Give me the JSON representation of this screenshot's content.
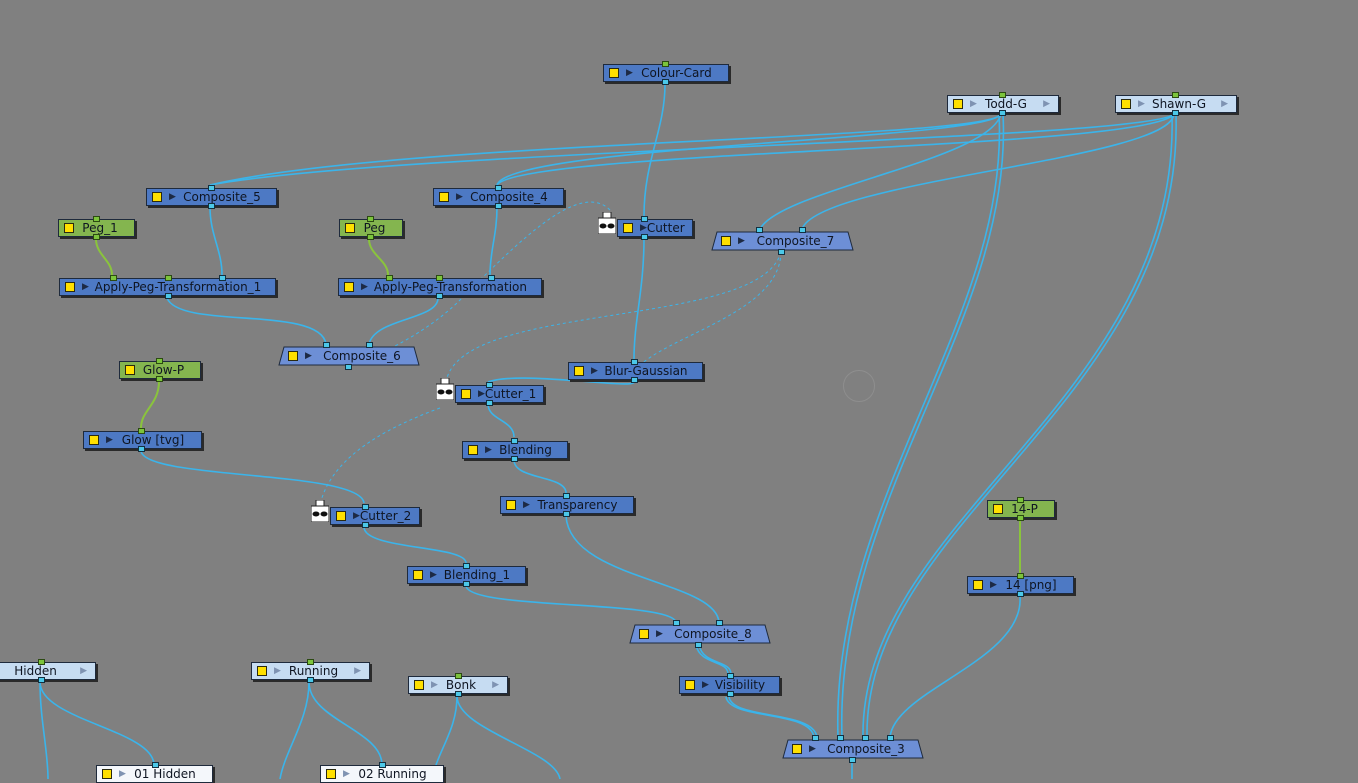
{
  "nodes": {
    "colour_card": "Colour-Card",
    "todd_g": "Todd-G",
    "shawn_g": "Shawn-G",
    "composite_5": "Composite_5",
    "composite_4": "Composite_4",
    "peg_1": "Peg_1",
    "peg": "Peg",
    "cutter": "Cutter",
    "composite_7": "Composite_7",
    "apply_peg_transformation_1": "Apply-Peg-Transformation_1",
    "apply_peg_transformation": "Apply-Peg-Transformation",
    "composite_6": "Composite_6",
    "glow_p": "Glow-P",
    "blur_gaussian": "Blur-Gaussian",
    "cutter_1": "Cutter_1",
    "glow_tvg": "Glow [tvg]",
    "blending": "Blending",
    "transparency": "Transparency",
    "cutter_2": "Cutter_2",
    "p_14": "14-P",
    "png_14": "14 [png]",
    "blending_1": "Blending_1",
    "composite_8": "Composite_8",
    "hidden": "Hidden",
    "running": "Running",
    "bonk": "Bonk",
    "visibility": "Visibility",
    "composite_3": "Composite_3",
    "hidden_01": "01 Hidden",
    "running_02": "02 Running"
  },
  "colors": {
    "background": "#808080",
    "wire": "#3bb4ea",
    "peg_wire": "#8ac43c",
    "node_blue": "#4d79c4",
    "node_composite": "#6d8fd6",
    "node_peg": "#84b54f",
    "node_drawing": "#c6dcf2",
    "enable_checkbox": "#ffe000"
  },
  "icons": {
    "enable": "yellow-square-checkbox",
    "preview": "play-triangle",
    "cutter_mask": "mask-icon"
  }
}
